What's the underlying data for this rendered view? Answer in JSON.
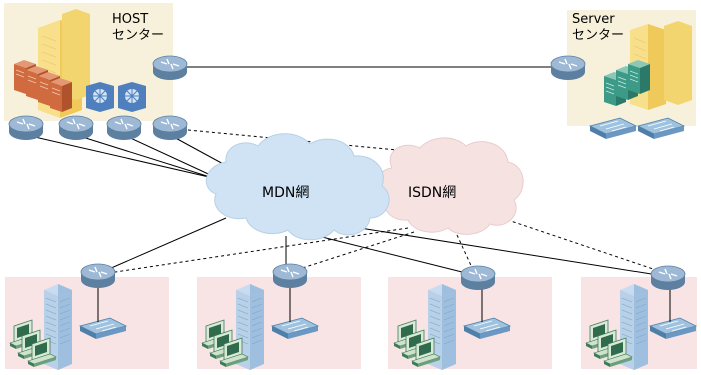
{
  "host_center": {
    "label_line1": "HOST",
    "label_line2": "センター"
  },
  "server_center": {
    "label_line1": "Server",
    "label_line2": "センター"
  },
  "networks": {
    "mdn": "MDN網",
    "isdn": "ISDN網"
  },
  "colors": {
    "site_bg": "#f7f1dc",
    "branch_bg": "#f8e4e4",
    "cloud_mdn": "#cfe3f4",
    "cloud_isdn": "#f7e2e2",
    "router": "#7fa0bf",
    "building": "#f5d77a",
    "server_red": "#cf6b3f",
    "server_green": "#3c9a86",
    "switch_blue": "#5e8fbe",
    "tower_blue": "#9fbfdf"
  },
  "icons": [
    "router-icon",
    "switch-icon",
    "building-icon",
    "server-icon",
    "pc-icon",
    "cloud-icon"
  ]
}
